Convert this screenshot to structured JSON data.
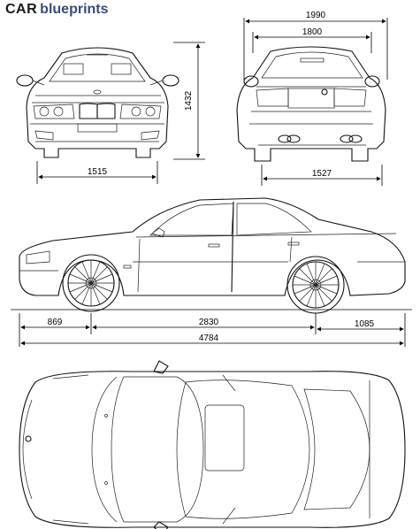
{
  "logo": {
    "car": "CAR",
    "blueprints": "blueprints"
  },
  "dimensions": {
    "rear_overall_width": "1990",
    "rear_body_width": "1800",
    "height": "1432",
    "front_track": "1515",
    "rear_track": "1527",
    "front_overhang": "869",
    "wheelbase": "2830",
    "rear_overhang": "1085",
    "overall_length": "4784"
  },
  "colors": {
    "logo_car": "#1a1a1a",
    "logo_blueprints": "#3a4a7a",
    "lines": "#111111"
  }
}
